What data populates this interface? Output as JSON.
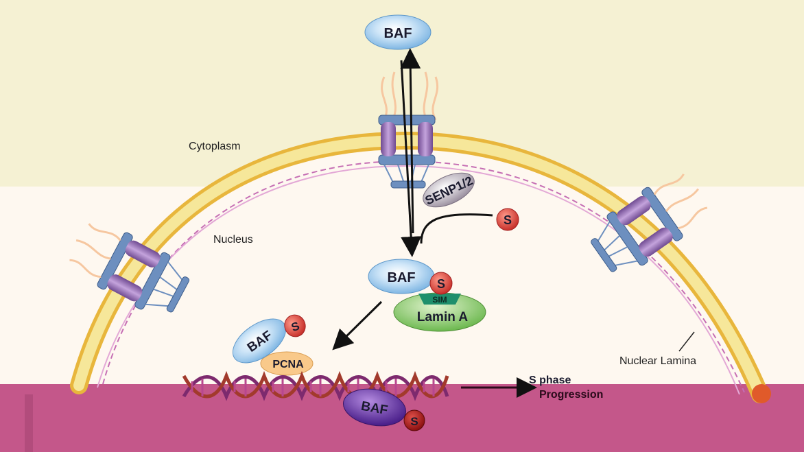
{
  "labels": {
    "cytoplasm": "Cytoplasm",
    "nucleus": "Nucleus",
    "nuclear_lamina": "Nuclear Lamina",
    "s_phase_line1": "S phase",
    "s_phase_line2": "Progression"
  },
  "molecules": {
    "baf_top": "BAF",
    "baf_mid": "BAF",
    "baf_pcna": "BAF",
    "baf_dna": "BAF",
    "sumo": "S",
    "senp": "SENP1/2",
    "sim": "SIM",
    "lamin_a": "Lamin A",
    "pcna": "PCNA"
  },
  "colors": {
    "cytoplasm_bg": "#f5f1d3",
    "nucleus_bg": "#fef8f0",
    "bottom_band": "#c4578a",
    "membrane": "#f0c64a",
    "baf_blue": "#a9d2f1",
    "sumo_red": "#d9443a",
    "lamin_green": "#6cb84f",
    "pcna_orange": "#f9c98a",
    "pore_purple": "#9b72b8",
    "dna_purple": "#7d2a6e"
  }
}
